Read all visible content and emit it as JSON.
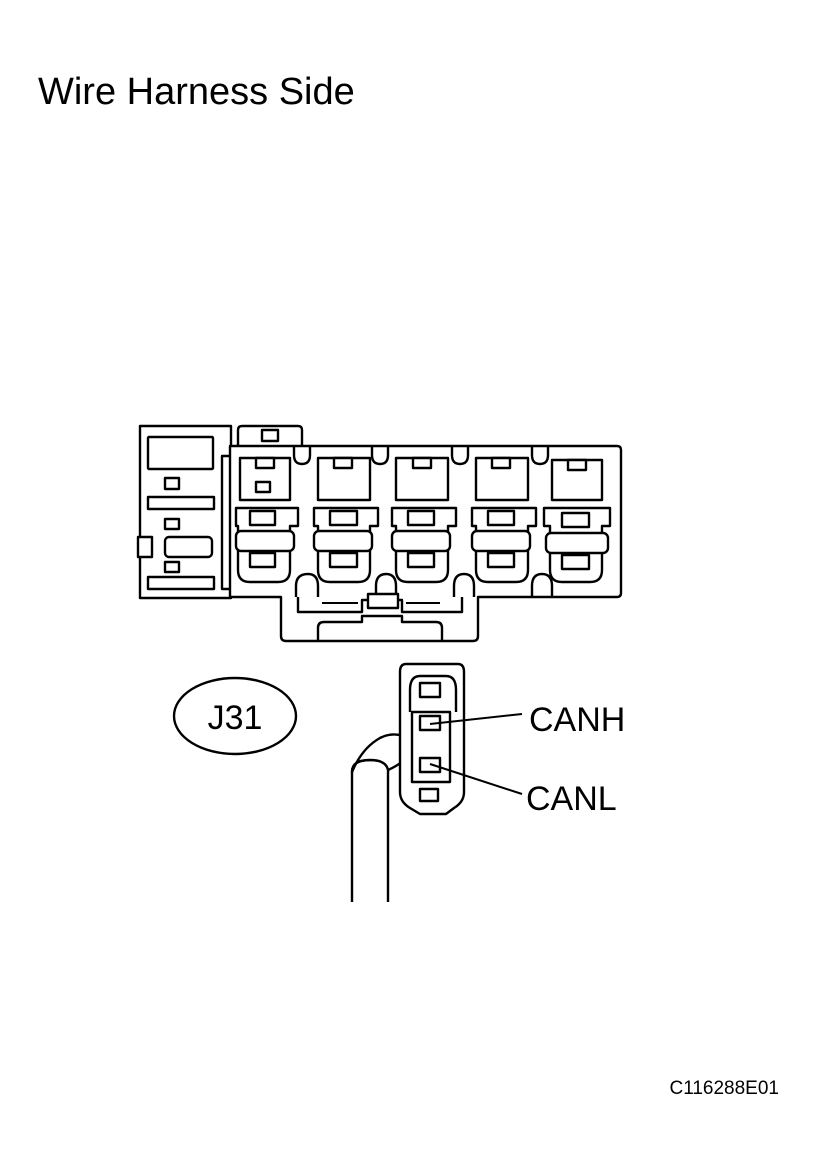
{
  "title": "Wire Harness Side",
  "connector_id": "J31",
  "terminals": [
    "CANH",
    "CANL"
  ],
  "figure_code": "C116288E01"
}
